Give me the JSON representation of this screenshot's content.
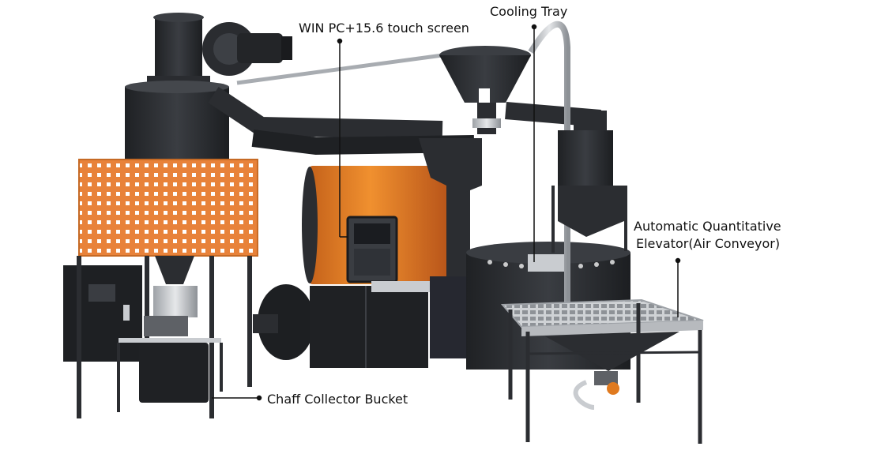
{
  "labels": {
    "touch_screen": "WIN PC+15.6 touch screen",
    "cooling_tray": "Cooling Tray",
    "elevator_line1": "Automatic Quantitative",
    "elevator_line2": "Elevator(Air Conveyor)",
    "chaff_bucket": "Chaff Collector Bucket"
  },
  "colors": {
    "machine_body": "#2b2d31",
    "drum_orange": "#e07a1f",
    "panel_orange": "#e8823a",
    "steel": "#c9ccd0",
    "background": "#ffffff"
  }
}
